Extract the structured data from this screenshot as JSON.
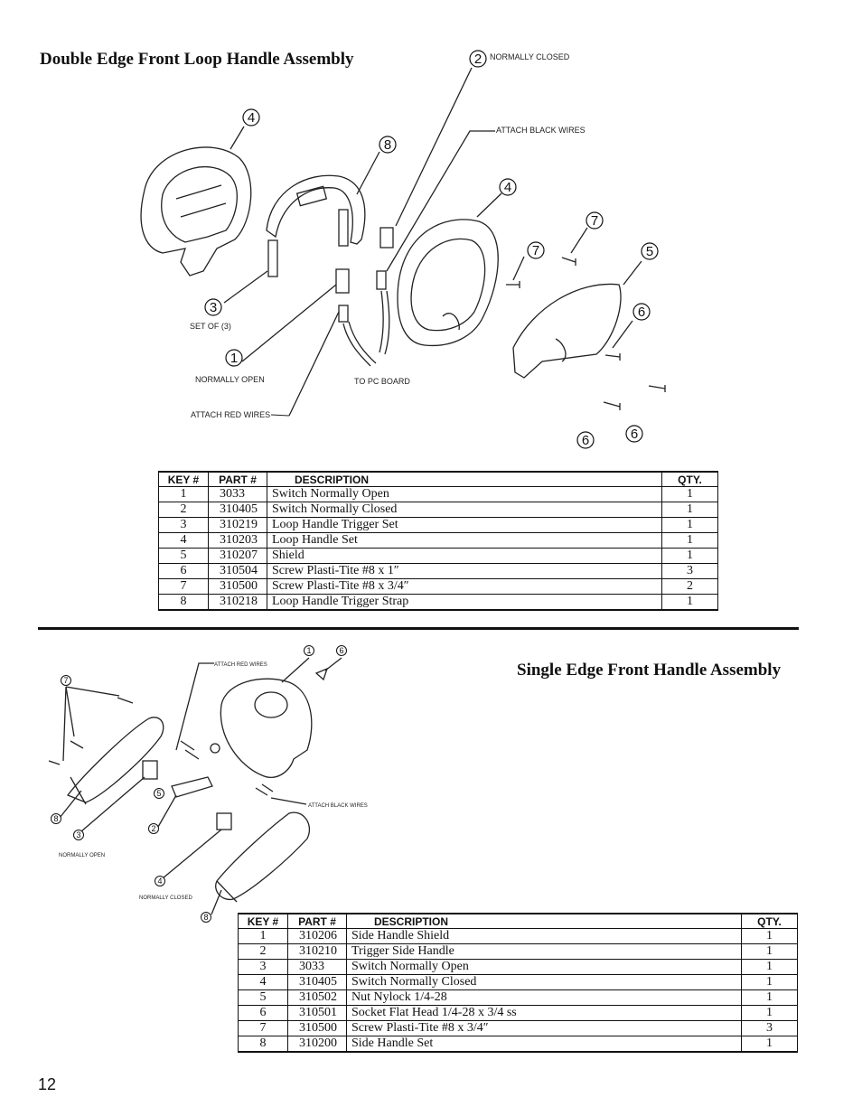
{
  "top": {
    "title": "Double Edge Front Loop Handle Assembly",
    "callouts": {
      "normally_closed": "NORMALLY CLOSED",
      "attach_black_wires": "ATTACH BLACK WIRES",
      "set_of_3": "SET OF (3)",
      "normally_open": "NORMALLY OPEN",
      "to_pc_board": "TO PC BOARD",
      "attach_red_wires": "ATTACH RED WIRES"
    },
    "balloons": [
      "2",
      "4",
      "8",
      "4",
      "7",
      "7",
      "5",
      "3",
      "6",
      "1",
      "6",
      "6"
    ],
    "table": {
      "headers": [
        "KEY #",
        "PART #",
        "DESCRIPTION",
        "QTY."
      ],
      "rows": [
        [
          "1",
          "3033",
          "Switch Normally Open",
          "1"
        ],
        [
          "2",
          "310405",
          "Switch Normally Closed",
          "1"
        ],
        [
          "3",
          "310219",
          "Loop Handle Trigger Set",
          "1"
        ],
        [
          "4",
          "310203",
          "Loop Handle Set",
          "1"
        ],
        [
          "5",
          "310207",
          "Shield",
          "1"
        ],
        [
          "6",
          "310504",
          "Screw Plasti-Tite #8 x 1″",
          "3"
        ],
        [
          "7",
          "310500",
          "Screw Plasti-Tite #8 x 3/4″",
          "2"
        ],
        [
          "8",
          "310218",
          "Loop Handle Trigger Strap",
          "1"
        ]
      ]
    }
  },
  "bottom": {
    "title": "Single Edge Front Handle Assembly",
    "callouts": {
      "attach_red_wires": "ATTACH RED WIRES",
      "attach_black_wires": "ATTACH BLACK WIRES",
      "normally_open": "NORMALLY OPEN",
      "normally_closed": "NORMALLY CLOSED"
    },
    "balloons": [
      "1",
      "6",
      "7",
      "5",
      "8",
      "3",
      "2",
      "4",
      "8"
    ],
    "table": {
      "headers": [
        "KEY #",
        "PART #",
        "DESCRIPTION",
        "QTY."
      ],
      "rows": [
        [
          "1",
          "310206",
          "Side Handle Shield",
          "1"
        ],
        [
          "2",
          "310210",
          "Trigger Side Handle",
          "1"
        ],
        [
          "3",
          "3033",
          "Switch Normally Open",
          "1"
        ],
        [
          "4",
          "310405",
          "Switch Normally Closed",
          "1"
        ],
        [
          "5",
          "310502",
          "Nut Nylock 1/4-28",
          "1"
        ],
        [
          "6",
          "310501",
          "Socket Flat Head 1/4-28 x 3/4 ss",
          "1"
        ],
        [
          "7",
          "310500",
          "Screw Plasti-Tite #8 x 3/4″",
          "3"
        ],
        [
          "8",
          "310200",
          "Side Handle Set",
          "1"
        ]
      ]
    }
  },
  "page_number": "12"
}
